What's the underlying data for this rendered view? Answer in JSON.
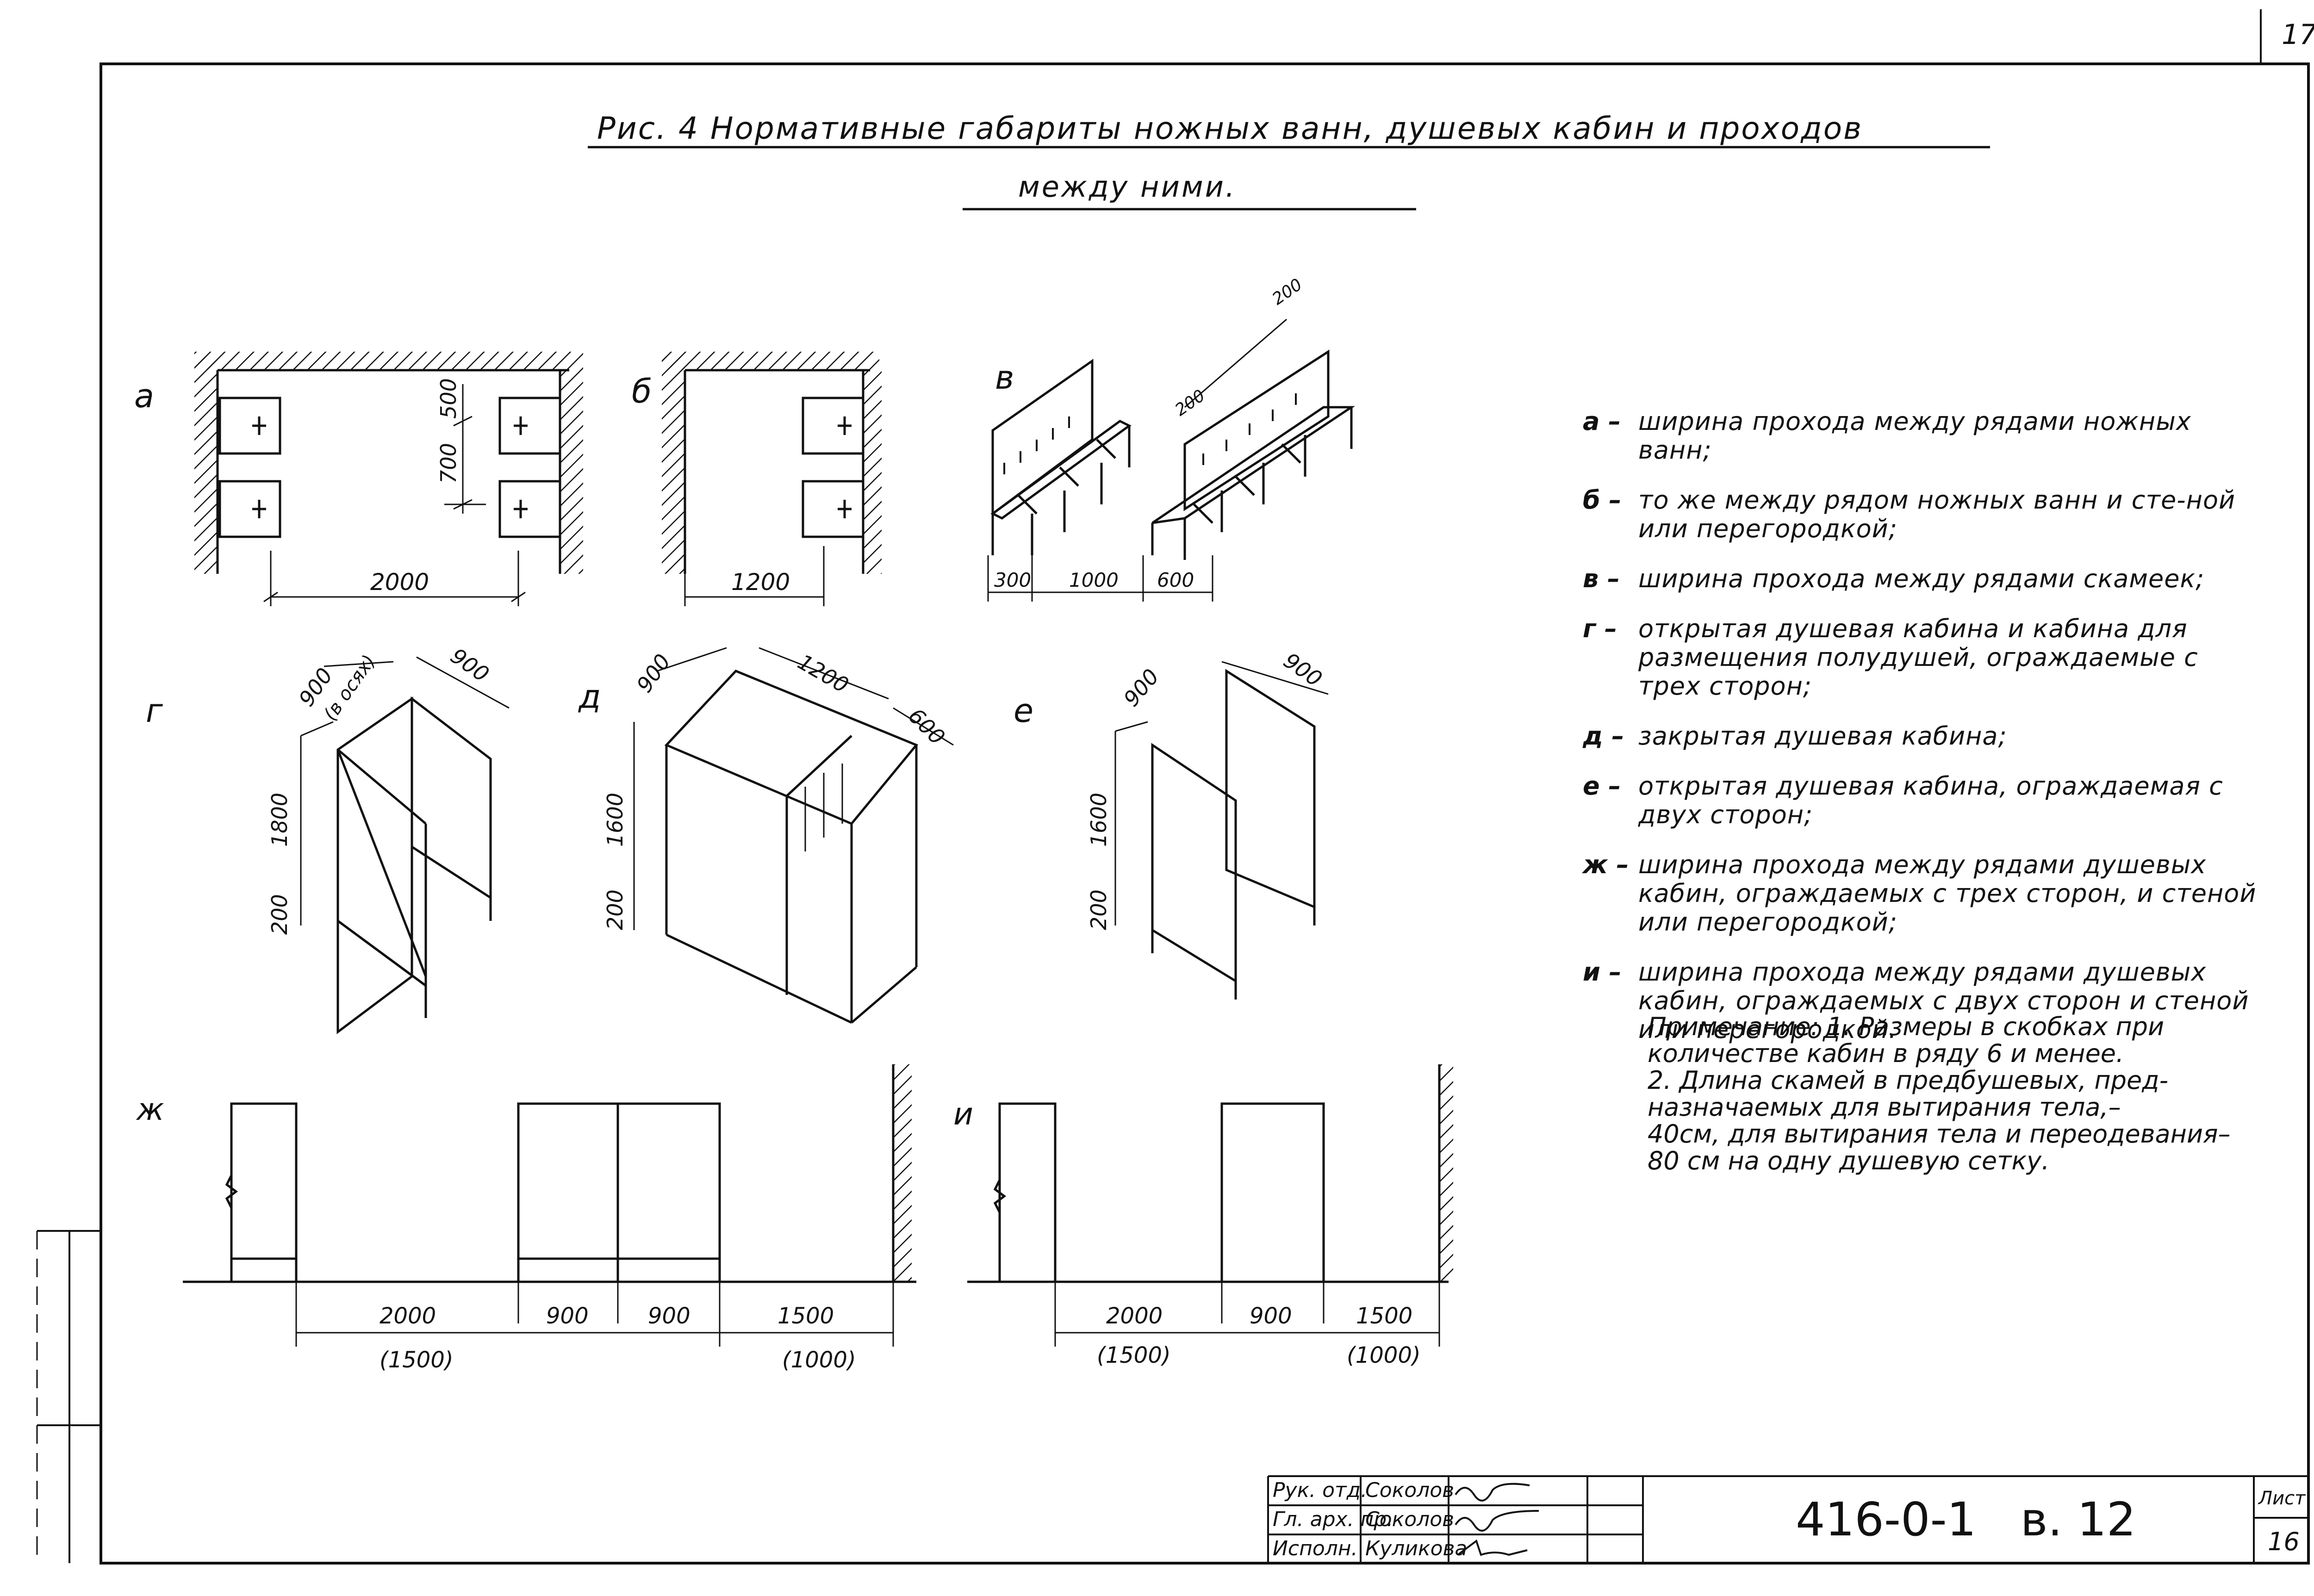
{
  "page_number_top": "17",
  "title": "Рис. 4  Нормативные  габариты  ножных  ванн,  душевых  кабин  и  проходов",
  "subtitle": "между   ними.",
  "figures": {
    "a": {
      "letter": "а",
      "dim_width": "2000",
      "dim_700": "700",
      "dim_500": "500"
    },
    "b": {
      "letter": "б",
      "dim_width": "1200"
    },
    "v": {
      "letter": "в",
      "dim_300": "300",
      "dim_1000": "1000",
      "dim_600": "600",
      "dim_200a": "200",
      "dim_200b": "200",
      "dim_quote": "\""
    },
    "g": {
      "letter": "г",
      "dim_900a": "900",
      "dim_axis": "(в осях)",
      "dim_900b": "900",
      "dim_1800": "1800",
      "dim_200": "200"
    },
    "d": {
      "letter": "д",
      "dim_900": "900",
      "dim_1200": "1200",
      "dim_600": "600",
      "dim_1600": "1600",
      "dim_200": "200"
    },
    "e": {
      "letter": "е",
      "dim_900a": "900",
      "dim_900b": "900",
      "dim_1600": "1600",
      "dim_200": "200"
    },
    "zh": {
      "letter": "ж",
      "dim_2000": "2000",
      "dim_900a": "900",
      "dim_900b": "900",
      "dim_1500": "1500",
      "dim_1500p": "(1500)",
      "dim_1000p": "(1000)"
    },
    "i": {
      "letter": "и",
      "dim_2000": "2000",
      "dim_900": "900",
      "dim_1500": "1500",
      "dim_1500p": "(1500)",
      "dim_1000p": "(1000)"
    }
  },
  "legend": [
    {
      "key": "а –",
      "text": "ширина прохода между рядами ножных ванн;"
    },
    {
      "key": "б –",
      "text": "то же между рядом ножных ванн и сте-ной или перегородкой;"
    },
    {
      "key": "в –",
      "text": "ширина прохода между рядами скамеек;"
    },
    {
      "key": "г –",
      "text": "открытая душевая кабина и кабина для размещения полудушей, ограждаемые с трех сторон;"
    },
    {
      "key": "д –",
      "text": "закрытая душевая кабина;"
    },
    {
      "key": "е –",
      "text": "открытая душевая кабина, ограждаемая с двух сторон;"
    },
    {
      "key": "ж –",
      "text": "ширина прохода между рядами душевых кабин, ограждаемых с трех сторон, и стеной или перегородкой;"
    },
    {
      "key": "и –",
      "text": "ширина прохода между рядами душевых кабин, ограждаемых с двух сторон и стеной или перегородкой."
    }
  ],
  "note": {
    "line1": "Примечание: 1. Размеры в скобках при",
    "line2": "количестве кабин в ряду 6 и менее.",
    "line3": "2. Длина скамей в предбушевых, пред-",
    "line4": "назначаемых для вытирания тела,–",
    "line5": "40см, для вытирания тела и переодевания–",
    "line6": "80 см на одну душевую сетку."
  },
  "title_block": {
    "row1_role": "Рук. отд.",
    "row1_name": "Соколов",
    "row2_role": "Гл. арх. пр.",
    "row2_name": "Соколов",
    "row3_role": "Исполн.",
    "row3_name": "Куликова",
    "doc_code": "416-0-1   в. 12",
    "sheet_label": "Лист",
    "sheet_number": "16"
  }
}
